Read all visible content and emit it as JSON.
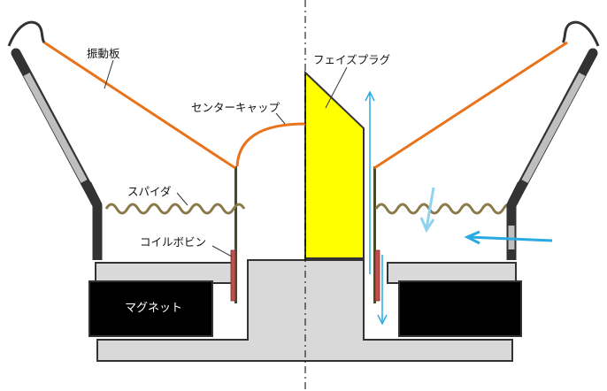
{
  "labels": {
    "diaphragm": "振動板",
    "center_cap": "センターキャップ",
    "spider": "スパイダ",
    "coil_bobbin": "コイルボビン",
    "magnet": "マグネット",
    "phase_plug": "フェイズプラグ"
  },
  "colors": {
    "diaphragm": "#e8731a",
    "phase_plug": "#ffff00",
    "spider": "#8a7a4a",
    "voice_coil": "#c0504d",
    "magnet": "#000000",
    "frame": "#d9d9d9",
    "surround_gray": "#bfbfbf",
    "frame_dark": "#333333",
    "arrow_blue": "#29abe2",
    "arrow_light": "#8fd3f0"
  }
}
